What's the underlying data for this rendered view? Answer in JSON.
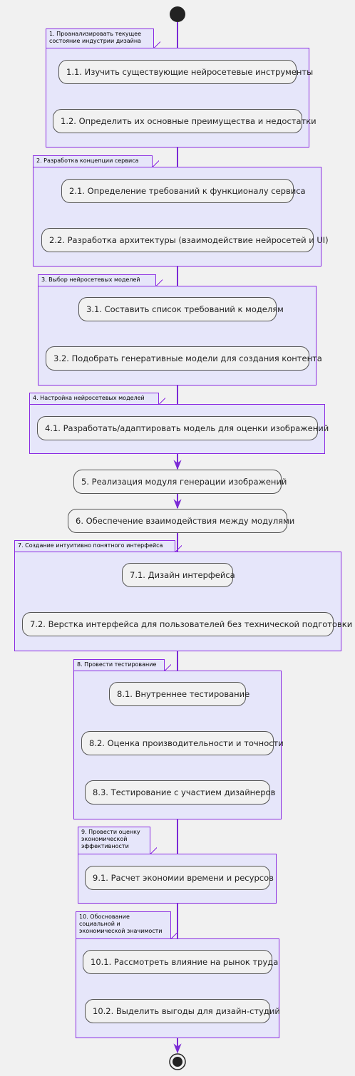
{
  "packages": [
    {
      "id": "p1",
      "label": "1. Проанализировать текущее\nсостояние индустрии дизайна",
      "steps": [
        "1.1. Изучить существующие нейросетевые инструменты",
        "1.2. Определить их основные преимущества и недостатки"
      ]
    },
    {
      "id": "p2",
      "label": "2. Разработка концепции сервиса",
      "steps": [
        "2.1. Определение требований к функционалу сервиса",
        "2.2. Разработка архитектуры (взаимодействие нейросетей и UI)"
      ]
    },
    {
      "id": "p3",
      "label": "3. Выбор нейросетевых моделей",
      "steps": [
        "3.1. Составить список требований к моделям",
        "3.2. Подобрать генеративные модели для создания контента"
      ]
    },
    {
      "id": "p4",
      "label": "4. Настройка нейросетевых моделей",
      "steps": [
        "4.1. Разработать/адаптировать модель для оценки изображений"
      ]
    },
    {
      "id": "p7",
      "label": "7. Создание интуитивно понятного интерфейса",
      "steps": [
        "7.1. Дизайн интерфейса",
        "7.2. Верстка интерфейса для пользователей без технической подготовки"
      ]
    },
    {
      "id": "p8",
      "label": "8. Провести тестирование",
      "steps": [
        "8.1. Внутреннее тестирование",
        "8.2. Оценка производительности и точности",
        "8.3. Тестирование с участием дизайнеров"
      ]
    },
    {
      "id": "p9",
      "label": "9. Провести оценку\nэкономической\nэффективности",
      "steps": [
        "9.1. Расчет экономии времени и ресурсов"
      ]
    },
    {
      "id": "p10",
      "label": "10. Обоснование\nсоциальной и\nэкономической значимости",
      "steps": [
        "10.1. Рассмотреть влияние на рынок труда",
        "10.2. Выделить выгоды для дизайн-студий"
      ]
    }
  ],
  "standalone": [
    "5. Реализация модуля генерации изображений",
    "6. Обеспечение взаимодействия между модулями"
  ],
  "colors": {
    "frame": "#8a2be2",
    "arrow": "#7b2ad6",
    "package_fill": "#e6e6fa",
    "node_fill": "#f1f1f1",
    "background": "#f1f1f1"
  }
}
